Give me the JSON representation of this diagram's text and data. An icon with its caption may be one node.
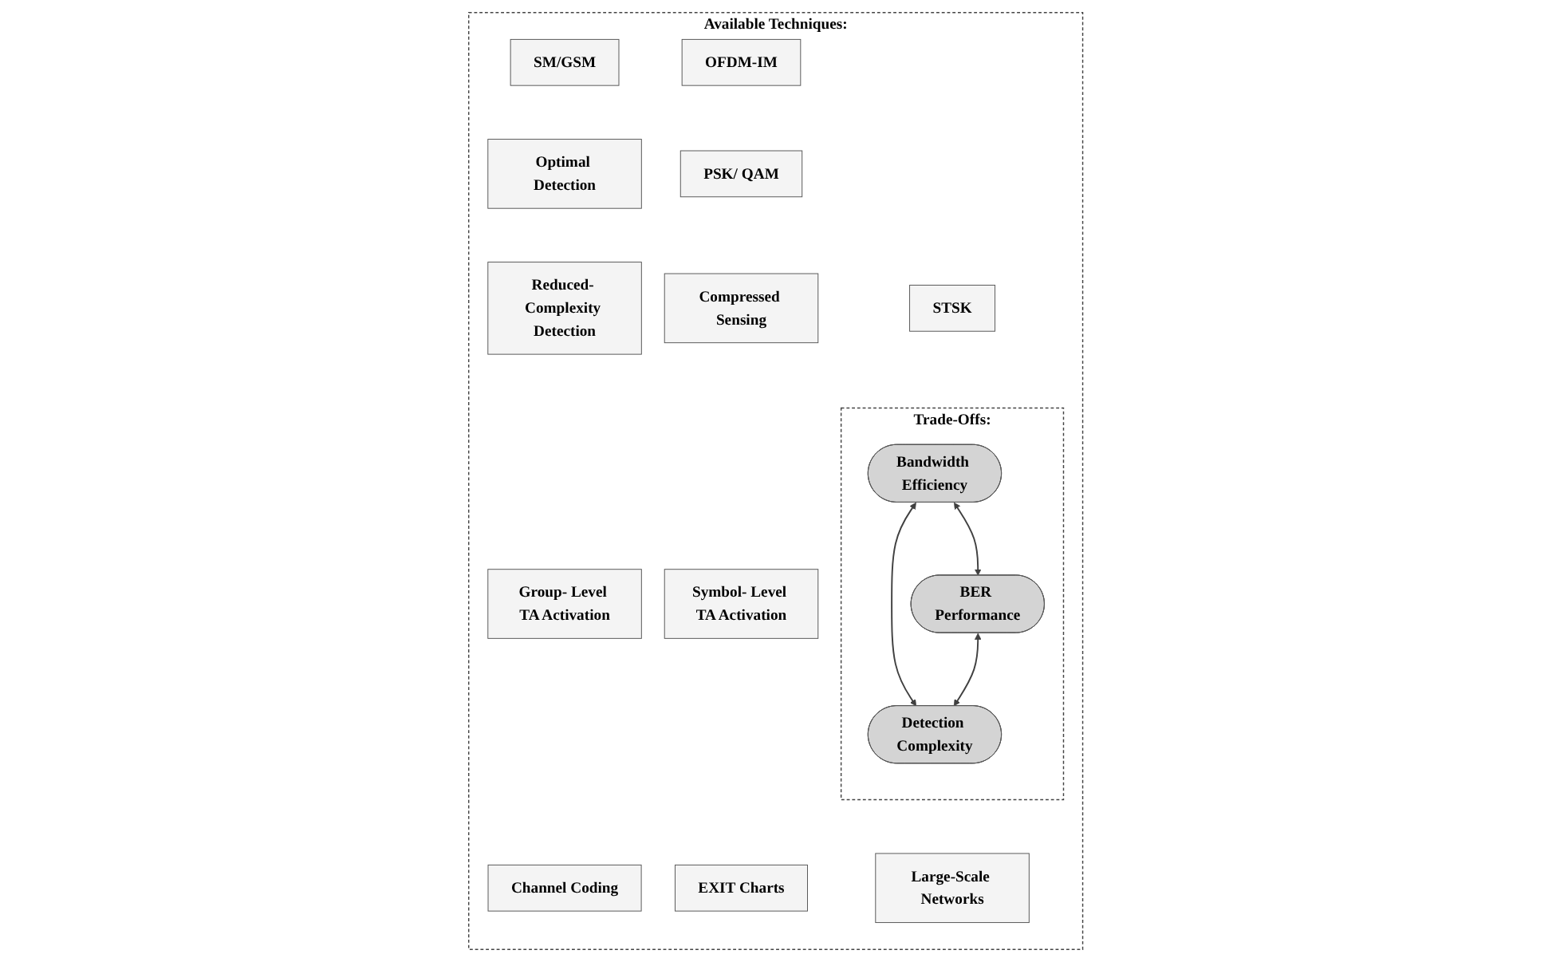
{
  "diagram": {
    "nodes": [
      {
        "text": [
          "Available Techniques:"
        ]
      },
      {
        "text": [
          "SM/GSM"
        ],
        "in": 0
      },
      {
        "text": [
          "STSK"
        ],
        "in": 0
      },
      {
        "text": [
          "OFDM-IM"
        ],
        "in": 0
      },
      {
        "text": [
          "Optimal Detection"
        ],
        "in": 0
      },
      {
        "text": [
          "PSK/ QAM"
        ],
        "in": 0
      },
      {
        "text": [
          "Trade-Offs:"
        ],
        "in": 0
      },
      {
        "text": [
          "Bandwidth Efficiency"
        ],
        "in": 6
      },
      {
        "text": [
          "Reduced- Complexity Detection"
        ],
        "in": 0
      },
      {
        "text": [
          "Compressed Sensing"
        ],
        "in": 0
      },
      {
        "text": [
          "BER Performance"
        ],
        "in": 6
      },
      {
        "text": [
          "Detection Complexity"
        ],
        "in": 6
      },
      {
        "text": [
          "Group- Level TA Activation"
        ],
        "in": 0
      },
      {
        "text": [
          "Symbol- Level TA Activation"
        ],
        "in": 0
      },
      {
        "text": [
          "Channel Coding"
        ],
        "in": 0
      },
      {
        "text": [
          "Large-Scale Networks"
        ],
        "in": 0
      },
      {
        "text": [
          "EXIT Charts"
        ],
        "in": 0
      }
    ],
    "edges": [
      {
        "from": 7,
        "to": 10,
        "arrow": "both"
      },
      {
        "from": 7,
        "to": 11,
        "arrow": "both"
      },
      {
        "from": 10,
        "to": 11,
        "arrow": "both"
      }
    ]
  }
}
